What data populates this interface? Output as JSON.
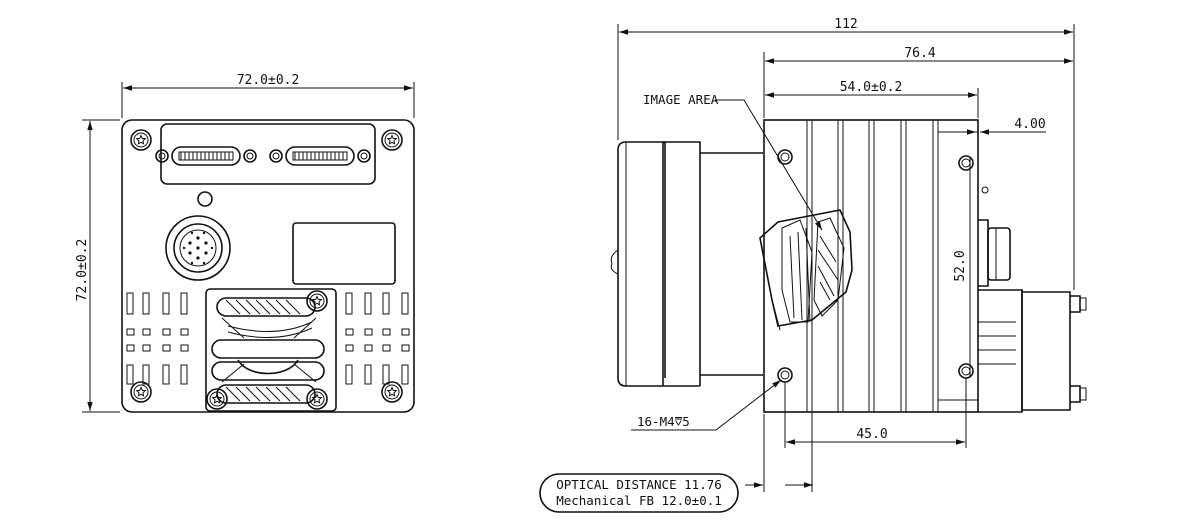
{
  "front_view": {
    "width_dim": "72.0±0.2",
    "height_dim": "72.0±0.2"
  },
  "side_view": {
    "length_total": "112",
    "length_body": "76.4",
    "length_mid": "54.0±0.2",
    "offset_small": "4.00",
    "height_inner": "52.0",
    "hole_spacing": "45.0",
    "image_area_label": "IMAGE AREA",
    "screw_holes_label": "16-M4",
    "screw_holes_depth": "5"
  },
  "notes": {
    "optical_distance": "OPTICAL DISTANCE 11.76",
    "mechanical_fb": "Mechanical FB 12.0±0.1"
  }
}
